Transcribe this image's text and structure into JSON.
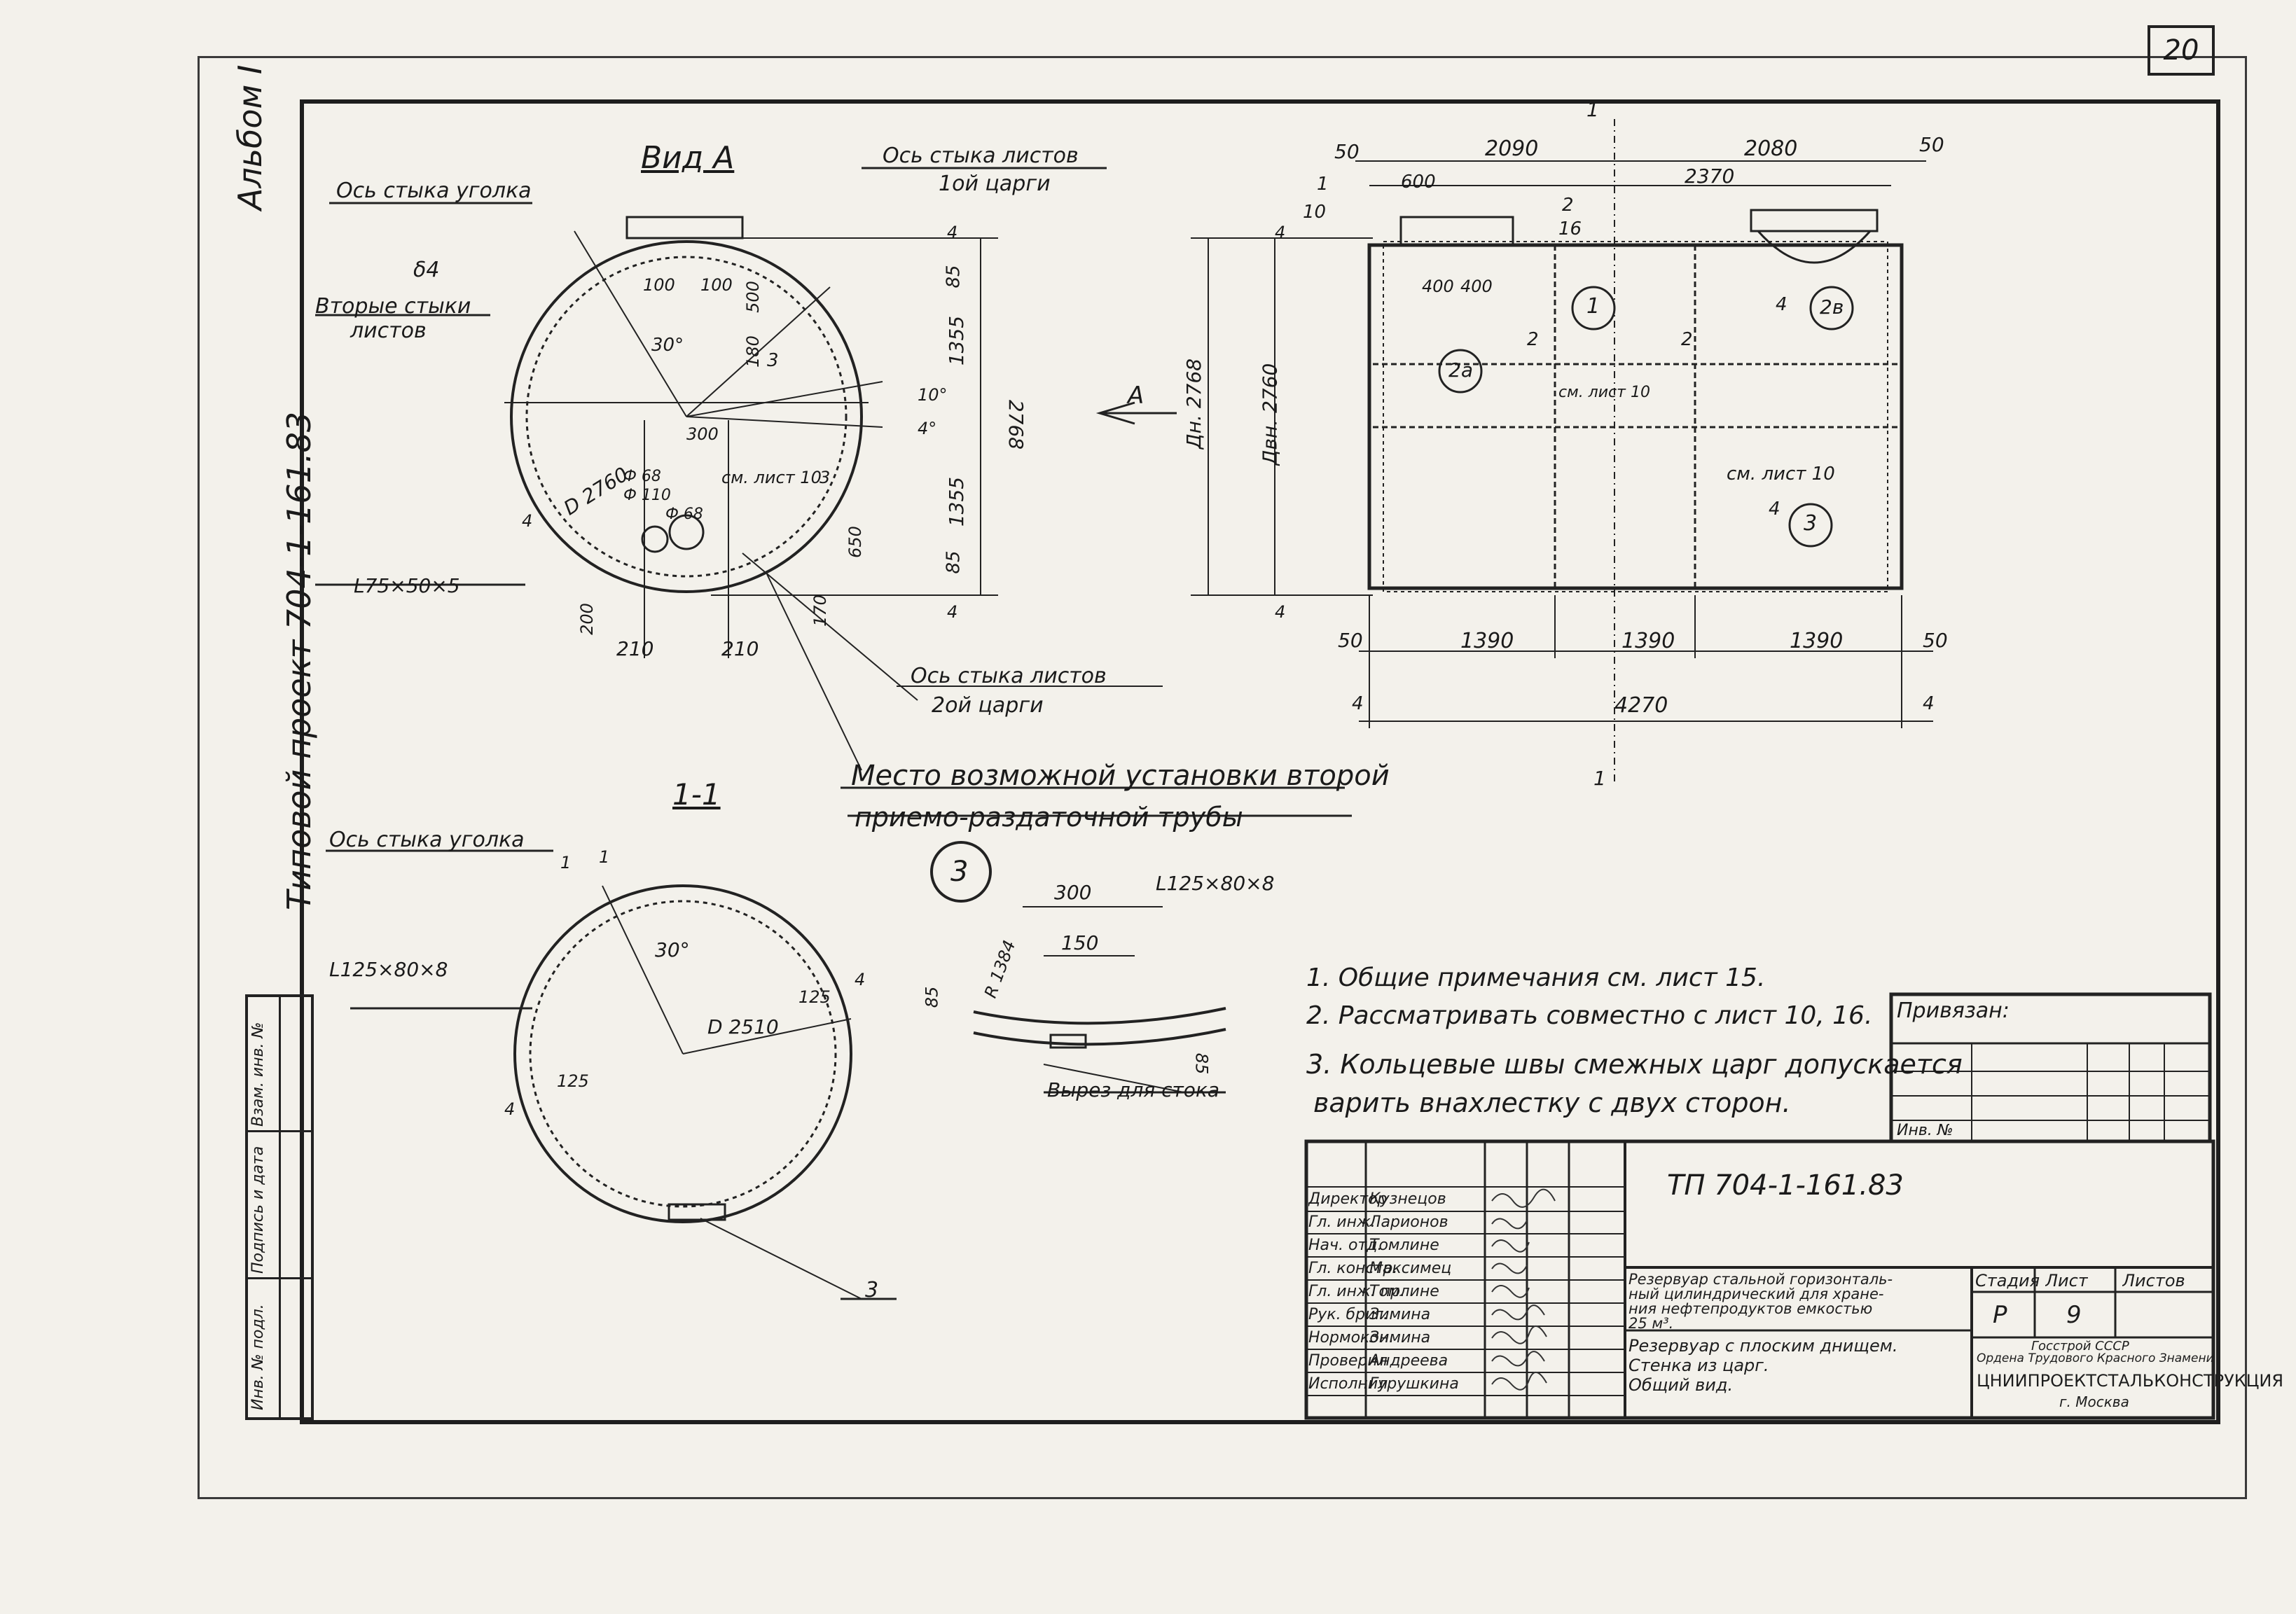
{
  "sheet_number": "20",
  "side_labels": {
    "album": "Альбом I",
    "project": "Типовой проект 704-1-161.83",
    "stamp_inv": "Инв. № подл.",
    "stamp_sign": "Подпись и дата",
    "stamp_replace": "Взам. инв. №"
  },
  "view_a": {
    "title": "Вид А",
    "axis_angle": "Ось стыка уголка",
    "axis_sheets_1": "Ось стыка листов",
    "axis_sheets_1b": "1ой царги",
    "second_joints": "Вторые стыки",
    "second_joints_b": "листов",
    "thickness": "δ4",
    "dim_100a": "100",
    "dim_100b": "100",
    "dim_500": "500",
    "dim_180": "180",
    "angle_30": "30°",
    "label_3": "3",
    "angle_10": "10°",
    "angle_4": "4°",
    "dim_300": "300",
    "diameter": "D 2760",
    "phi68a": "Ф 68",
    "phi110": "Ф 110",
    "phi68b": "Ф 68",
    "see_sheet": "см. лист 10",
    "see_sheet_3": "3",
    "dim_4a": "4",
    "angle_profile": "L75×50×5",
    "dim_200": "200",
    "dim_650": "650",
    "dim_170": "170",
    "dim_210a": "210",
    "dim_210b": "210",
    "dim_85a": "85",
    "dim_1355a": "1355",
    "dim_1355b": "1355",
    "dim_85b": "85",
    "dim_4top": "4",
    "dim_4bot": "4",
    "dim_2768": "2768",
    "axis_sheets_2": "Ось стыка листов",
    "axis_sheets_2b": "2ой царги",
    "arrow_a": "А"
  },
  "side_view": {
    "dim_50l": "50",
    "dim_2090": "2090",
    "dim_2080": "2080",
    "dim_50r": "50",
    "sec_1": "1",
    "dim_600": "600",
    "dim_2370": "2370",
    "dim_1": "1",
    "dim_10": "10",
    "dim_2": "2",
    "dim_16": "16",
    "dim_400a": "400",
    "dim_400b": "400",
    "dn": "Дн. 2768",
    "dvn": "Двн. 2760",
    "dim_4l_top": "4",
    "dim_4l_bot": "4",
    "pos_1": "1",
    "pos_2a": "2а",
    "pos_2b": "2в",
    "pos_3": "3",
    "w2a": "2",
    "w2b": "2",
    "w4a": "4",
    "w4b": "4",
    "see_sheet_a": "см. лист 10",
    "see_sheet_b": "см. лист 10",
    "dim_50bl": "50",
    "dim_1390a": "1390",
    "dim_1390b": "1390",
    "dim_1390c": "1390",
    "dim_50br": "50",
    "dim_4bl": "4",
    "dim_4270": "4270",
    "dim_4br": "4",
    "sec_1b": "1"
  },
  "callout": {
    "line1": "Место возможной установки второй",
    "line2": "приемо-раздаточной трубы"
  },
  "section_1_1": {
    "title": "1-1",
    "axis_angle": "Ось стыка уголка",
    "angle_profile": "L125×80×8",
    "dim_1a": "1",
    "dim_1b": "1",
    "angle_30": "30°",
    "diameter": "D 2510",
    "dim_125a": "125",
    "dim_125b": "125",
    "dim_4a": "4",
    "dim_4b": "4",
    "pos_3": "3"
  },
  "node_3": {
    "label": "3",
    "dim_300": "300",
    "profile": "L125×80×8",
    "dim_150": "150",
    "radius": "R 1384",
    "dim_85a": "85",
    "dim_85b": "85",
    "cutout": "Вырез для стока"
  },
  "notes": [
    "1. Общие примечания см. лист 15.",
    "2. Рассматривать совместно с лист 10, 16.",
    "3. Кольцевые швы смежных царг допускается",
    "варить внахлестку с двух сторон."
  ],
  "privyazan": {
    "label": "Привязан:",
    "inv": "Инв. №"
  },
  "title_block": {
    "code": "ТП 704-1-161.83",
    "roles": [
      "Директор",
      "Гл. инж.",
      "Нач. отд.",
      "Гл. констр.",
      "Гл. инж. пр.",
      "Рук. бриг.",
      "Нормокон.",
      "Проверил",
      "Исполнил"
    ],
    "names": [
      "Кузнецов",
      "Ларионов",
      "Томлине",
      "Максимец",
      "Томлине",
      "Зимина",
      "Зимина",
      "Андреева",
      "Гурушкина"
    ],
    "desc1_l1": "Резервуар стальной горизонталь-",
    "desc1_l2": "ный цилиндрический для хране-",
    "desc1_l3": "ния нефтепродуктов емкостью",
    "desc1_l4": "25 м³.",
    "desc2_l1": "Резервуар с плоским днищем.",
    "desc2_l2": "Стенка из царг.",
    "desc2_l3": "Общий вид.",
    "h_stage": "Стадия",
    "h_sheet": "Лист",
    "h_sheets": "Листов",
    "stage": "Р",
    "sheet": "9",
    "org1": "Госстрой СССР",
    "org2": "Ордена Трудового Красного Знамени",
    "org3": "ЦНИИПРОЕКТСТАЛЬКОНСТРУКЦИЯ",
    "org4": "г. Москва"
  }
}
